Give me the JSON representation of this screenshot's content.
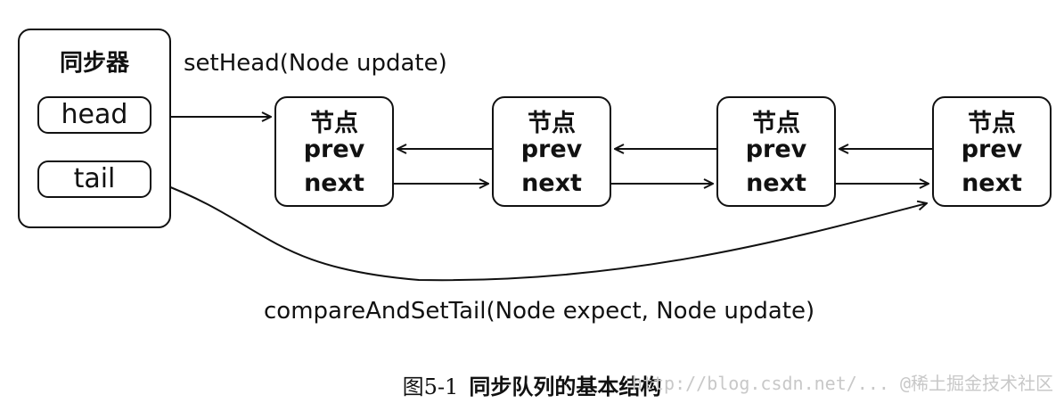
{
  "synchronizer": {
    "title": "同步器",
    "head_label": "head",
    "tail_label": "tail"
  },
  "nodes": [
    {
      "title": "节点",
      "prev": "prev",
      "next": "next"
    },
    {
      "title": "节点",
      "prev": "prev",
      "next": "next"
    },
    {
      "title": "节点",
      "prev": "prev",
      "next": "next"
    },
    {
      "title": "节点",
      "prev": "prev",
      "next": "next"
    }
  ],
  "edge_labels": {
    "set_head": "setHead(Node update)",
    "compare_and_set_tail": "compareAndSetTail(Node expect, Node update)"
  },
  "caption": {
    "number": "图5-1",
    "title": "同步队列的基本结构"
  },
  "watermark": "http://blog.csdn.net/...   @稀土掘金技术社区"
}
